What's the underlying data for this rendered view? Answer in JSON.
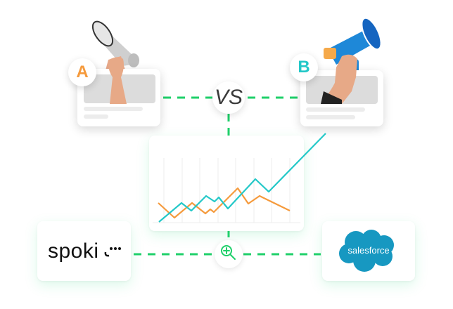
{
  "variant_a": {
    "label": "A",
    "color": "#f59a3c"
  },
  "variant_b": {
    "label": "B",
    "color": "#23c8c8"
  },
  "versus": {
    "label": "VS"
  },
  "connector_color": "#1fd06a",
  "analyze_icon": "zoom-in-icon",
  "integrations": {
    "left": {
      "name": "spoki",
      "label": "spoki"
    },
    "right": {
      "name": "salesforce",
      "label": "salesforce",
      "color": "#1798c1"
    }
  },
  "chart_data": {
    "type": "line",
    "title": "",
    "xlabel": "",
    "ylabel": "",
    "grid": true,
    "x": [
      0,
      1,
      2,
      3,
      4,
      5,
      6,
      7,
      8,
      9
    ],
    "series": [
      {
        "name": "B",
        "color": "#23c8c8",
        "values": [
          0,
          27,
          16,
          37,
          29,
          35,
          19,
          61,
          43,
          126
        ]
      },
      {
        "name": "A",
        "color": "#f59a3c",
        "values": [
          27,
          6,
          27,
          12,
          18,
          14,
          48,
          26,
          37,
          16
        ]
      }
    ]
  }
}
